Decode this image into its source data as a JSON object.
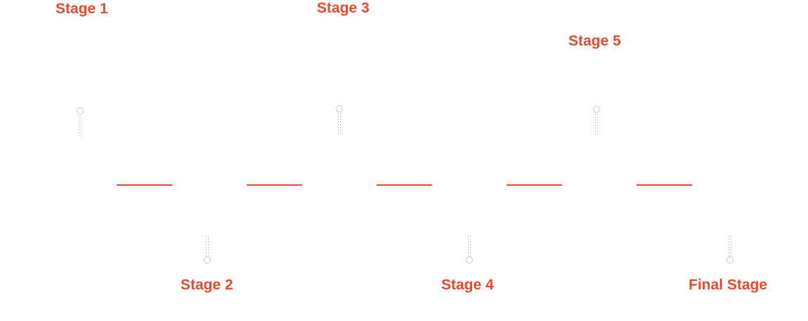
{
  "diagram": {
    "accent_color": "#e8492a",
    "pin_color": "#c8c8c8",
    "stages": [
      {
        "label": "Stage 1"
      },
      {
        "label": "Stage 2"
      },
      {
        "label": "Stage 3"
      },
      {
        "label": "Stage 4"
      },
      {
        "label": "Stage 5"
      },
      {
        "label": "Final Stage"
      }
    ]
  }
}
